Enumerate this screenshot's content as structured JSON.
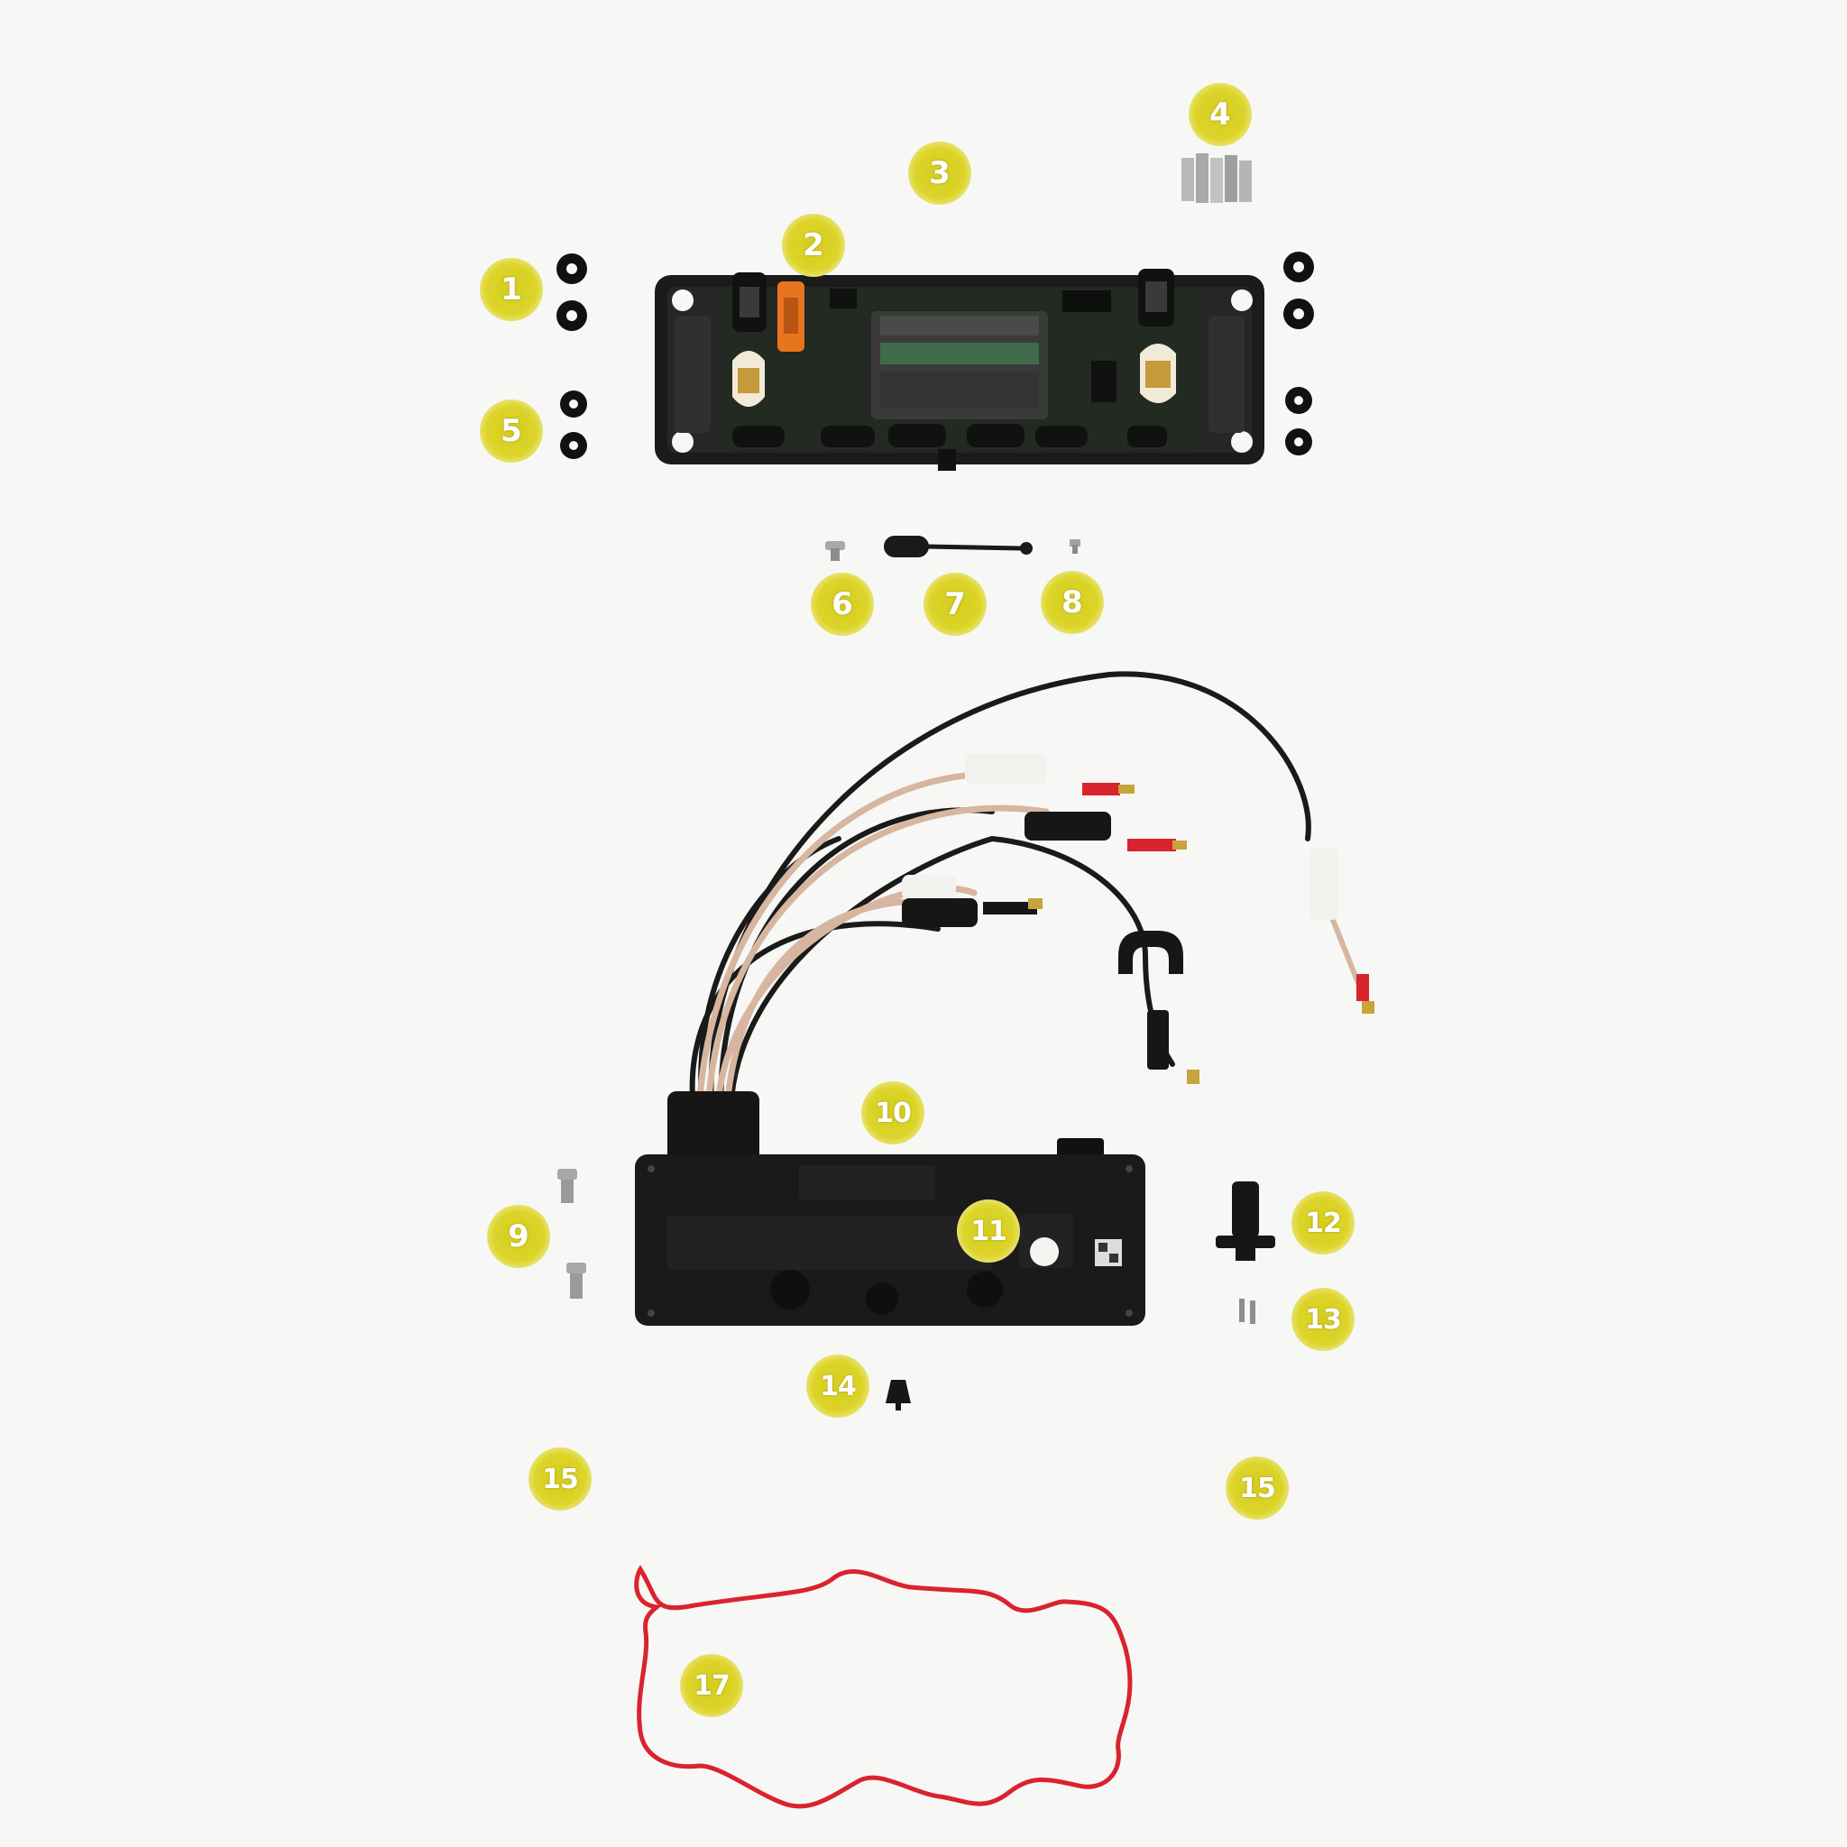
{
  "colors": {
    "background": "#f7f7f5",
    "callout": "#d8d024",
    "housing": "#1c1c1c",
    "gasket": "#d9232e",
    "connector_orange": "#e8741e",
    "cable_copper": "#d6b6a0"
  },
  "callouts": [
    {
      "label": "1"
    },
    {
      "label": "2"
    },
    {
      "label": "3"
    },
    {
      "label": "4"
    },
    {
      "label": "5"
    },
    {
      "label": "6"
    },
    {
      "label": "7"
    },
    {
      "label": "8"
    },
    {
      "label": "9"
    },
    {
      "label": "10"
    },
    {
      "label": "11"
    },
    {
      "label": "12"
    },
    {
      "label": "13"
    },
    {
      "label": "14"
    },
    {
      "label": "15"
    },
    {
      "label": "15"
    },
    {
      "label": "17"
    }
  ]
}
